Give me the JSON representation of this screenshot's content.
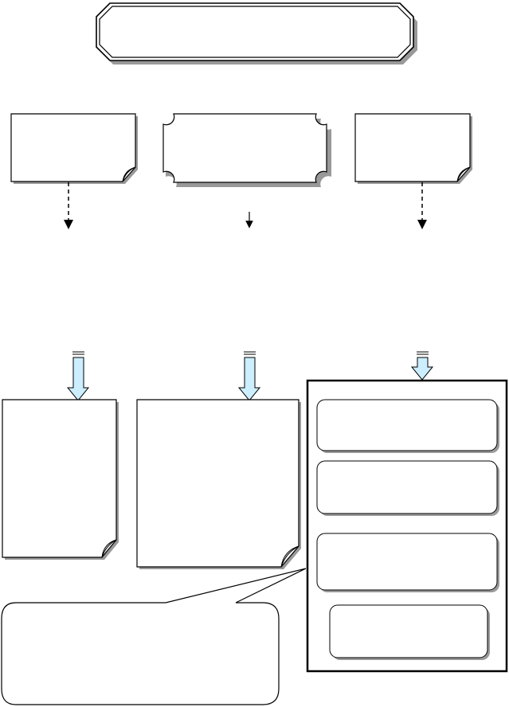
{
  "diagram": {
    "title_box": {
      "shape": "octagon-double-border"
    },
    "top_row": [
      {
        "shape": "folded-corner-note"
      },
      {
        "shape": "concave-corner-plaque"
      },
      {
        "shape": "folded-corner-note"
      }
    ],
    "connectors": [
      {
        "style": "dashed-arrow"
      },
      {
        "style": "solid-arrow"
      },
      {
        "style": "dashed-arrow"
      }
    ],
    "block_arrows": {
      "fill_color": "#cceeff",
      "stroke_color": "#000000"
    },
    "bottom_row": [
      {
        "shape": "folded-corner-note"
      },
      {
        "shape": "folded-corner-note"
      },
      {
        "shape": "bordered-panel",
        "inner_boxes": 4
      }
    ],
    "callout": {
      "shape": "rounded-callout"
    },
    "colors": {
      "stroke": "#000000",
      "fill": "#ffffff",
      "shadow": "#999999"
    }
  }
}
